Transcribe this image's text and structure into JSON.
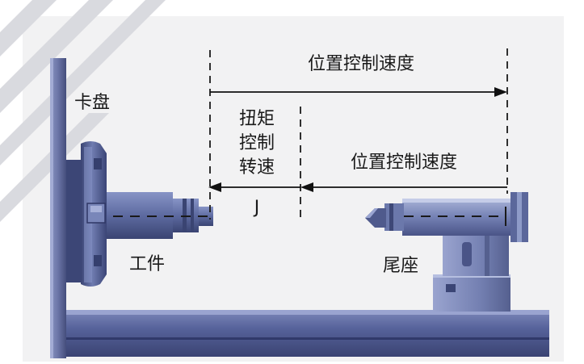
{
  "labels": {
    "chuck": "卡盘",
    "workpiece": "工件",
    "tailstock": "尾座",
    "position_speed_top": "位置控制速度",
    "position_speed_right": "位置控制速度",
    "torque_line1": "扭矩",
    "torque_line2": "控制",
    "torque_line3": "转速",
    "j_mark": "J"
  },
  "colors": {
    "panel_bg": "#f2f2f3",
    "machine_blue": "#5b6a9c",
    "machine_dark": "#3d4775",
    "machine_light": "#8e9bc8",
    "bed": "#4e5a8a",
    "wall": "#6f78a8",
    "arrow": "#111111",
    "watermark": "#d9dadf"
  },
  "icons": {
    "arrow_left": "arrowhead-left-icon",
    "arrow_right": "arrowhead-right-icon"
  }
}
